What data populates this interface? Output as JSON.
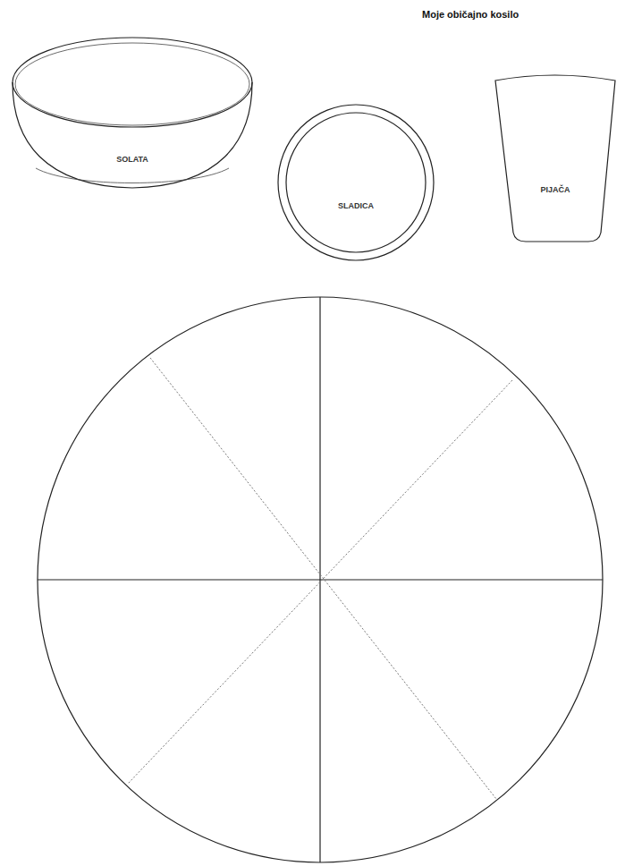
{
  "diagram": {
    "title": "Moje običajno kosilo",
    "nodes": [
      {
        "text": [
          "SOLATA"
        ]
      },
      {
        "text": [
          "SLADICA"
        ]
      },
      {
        "text": [
          "PIJAČA"
        ]
      }
    ]
  }
}
